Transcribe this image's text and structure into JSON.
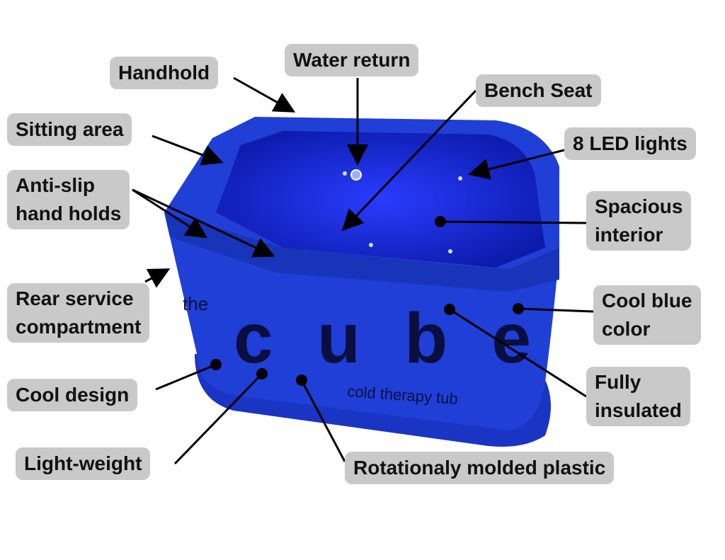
{
  "product": {
    "logo_text": "the cube",
    "logo_subtitle": "cold therapy tub",
    "body_color": "#1f3fd6",
    "rim_color": "#1834b8",
    "interior_color": "#1020c8",
    "label_bg": "#c9c9c9"
  },
  "labels": {
    "handhold": "Handhold",
    "water_return": "Water return",
    "bench_seat": "Bench Seat",
    "sitting_area": "Sitting area",
    "led_lights": "8 LED lights",
    "anti_slip_1": "Anti-slip",
    "anti_slip_2": "hand holds",
    "spacious_1": "Spacious",
    "spacious_2": "interior",
    "rear_service_1": "Rear service",
    "rear_service_2": "compartment",
    "cool_blue_1": "Cool blue",
    "cool_blue_2": "color",
    "insulated_1": "Fully",
    "insulated_2": "insulated",
    "cool_design": "Cool design",
    "light_weight": "Light-weight",
    "molded": "Rotationaly molded plastic"
  }
}
